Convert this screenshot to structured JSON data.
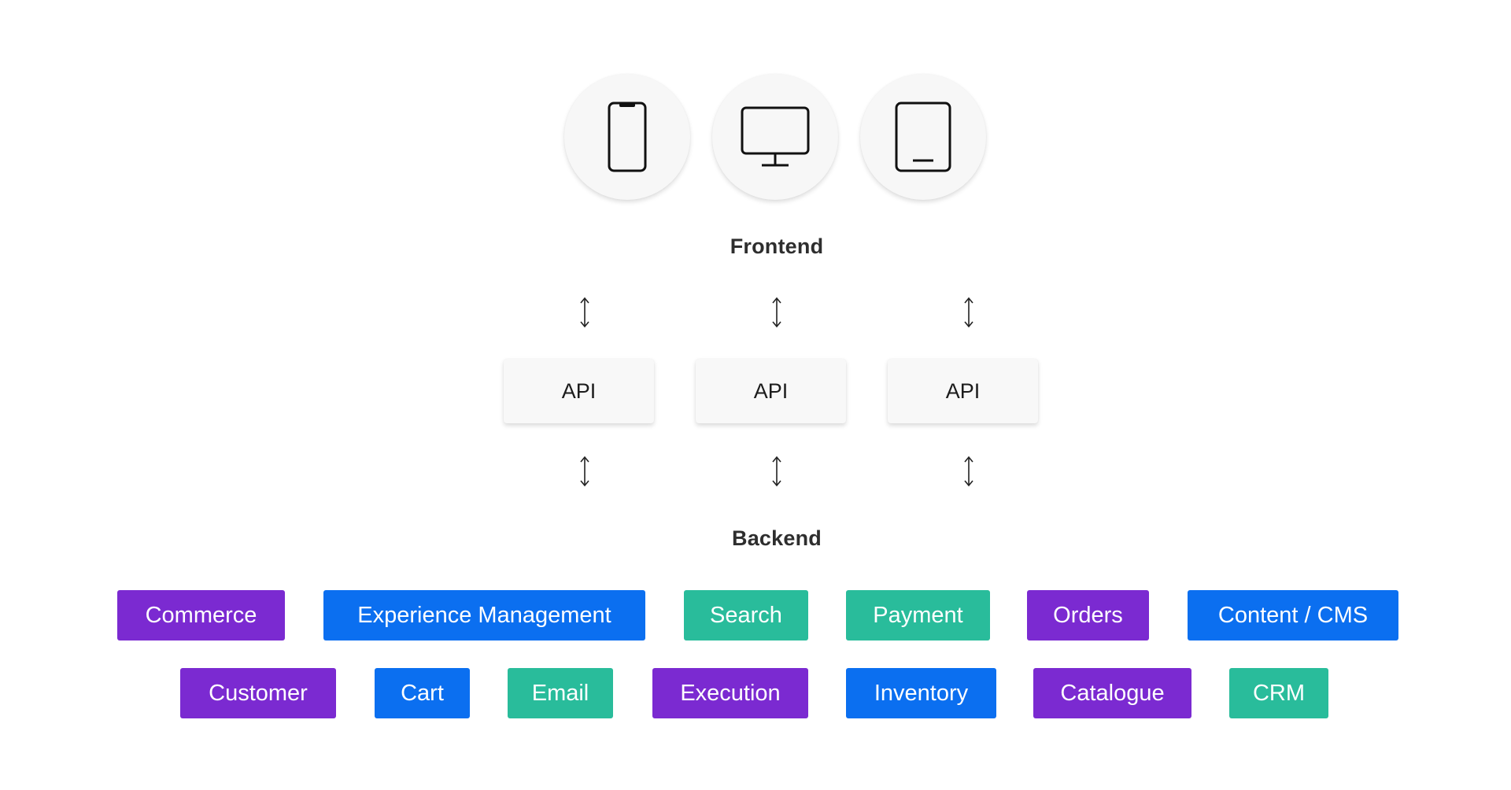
{
  "colors": {
    "purple": "#7b2ad1",
    "blue": "#0b6ff0",
    "teal": "#29bc9b",
    "device_bg": "#f7f7f7",
    "api_bg": "#f8f8f8",
    "label_text": "#2e2e2e"
  },
  "devices": [
    {
      "icon": "smartphone-icon"
    },
    {
      "icon": "desktop-monitor-icon"
    },
    {
      "icon": "tablet-icon"
    }
  ],
  "frontend_label": "Frontend",
  "backend_label": "Backend",
  "api_boxes": [
    {
      "label": "API"
    },
    {
      "label": "API"
    },
    {
      "label": "API"
    }
  ],
  "arrow_icon": "double-arrow-vertical-icon",
  "backend_services": {
    "row1": [
      {
        "label": "Commerce",
        "color": "purple"
      },
      {
        "label": "Experience Management",
        "color": "blue"
      },
      {
        "label": "Search",
        "color": "teal"
      },
      {
        "label": "Payment",
        "color": "teal"
      },
      {
        "label": "Orders",
        "color": "purple"
      },
      {
        "label": "Content / CMS",
        "color": "blue"
      }
    ],
    "row2": [
      {
        "label": "Customer",
        "color": "purple"
      },
      {
        "label": "Cart",
        "color": "blue"
      },
      {
        "label": "Email",
        "color": "teal"
      },
      {
        "label": "Execution",
        "color": "purple"
      },
      {
        "label": "Inventory",
        "color": "blue"
      },
      {
        "label": "Catalogue",
        "color": "purple"
      },
      {
        "label": "CRM",
        "color": "teal"
      }
    ]
  }
}
